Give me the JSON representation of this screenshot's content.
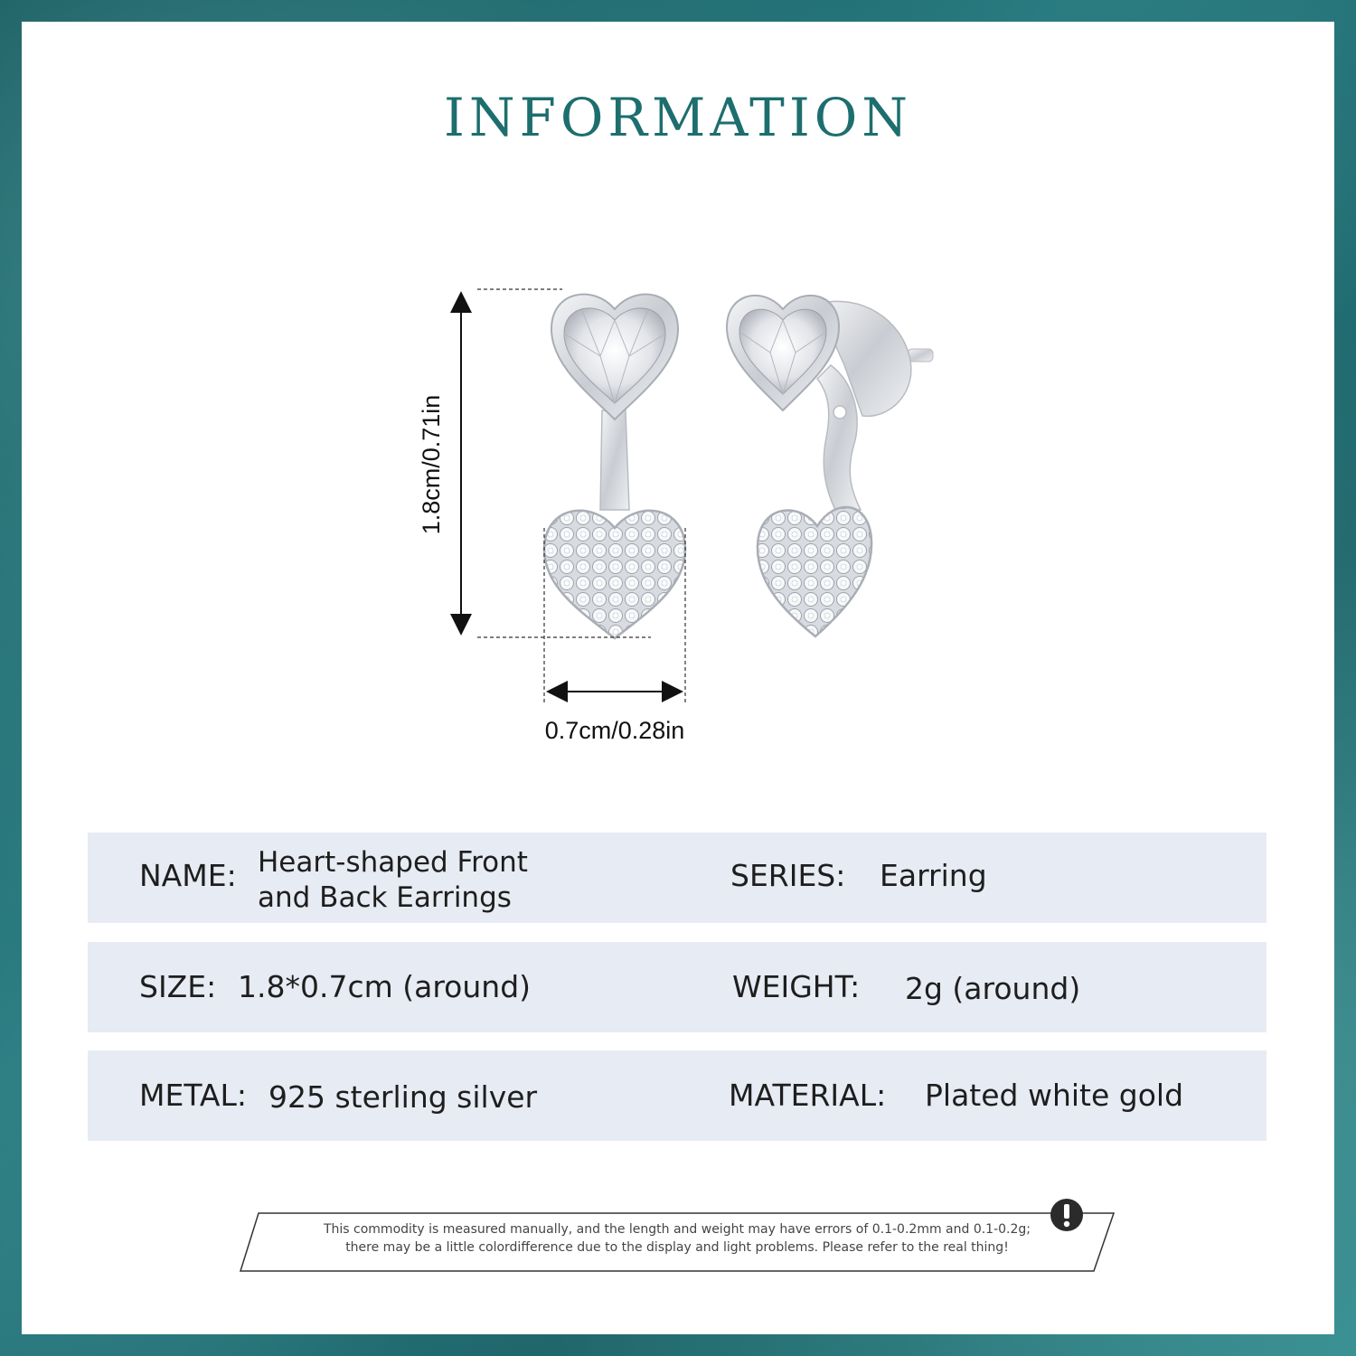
{
  "title": "INFORMATION",
  "dimensions": {
    "height_label": "1.8cm/0.71in",
    "width_label": "0.7cm/0.28in"
  },
  "specs": {
    "name_label": "NAME:",
    "name_value": "Heart-shaped Front and Back Earrings",
    "series_label": "SERIES:",
    "series_value": "Earring",
    "size_label": "SIZE:",
    "size_value": "1.8*0.7cm (around)",
    "weight_label": "WEIGHT:",
    "weight_value": "2g (around)",
    "metal_label": "METAL:",
    "metal_value": "925 sterling silver",
    "material_label": "MATERIAL:",
    "material_value": "Plated white gold"
  },
  "disclaimer": {
    "line1": "This commodity is measured manually, and the length and weight may have errors of 0.1-0.2mm and 0.1-0.2g;",
    "line2": "there may be a little colordifference due to the display and light problems. Please refer to the real thing!",
    "icon": "exclamation-icon"
  },
  "colors": {
    "title": "#1d6e6e",
    "row_bg": "#e7ebf3",
    "frame": "#0f4f55"
  }
}
